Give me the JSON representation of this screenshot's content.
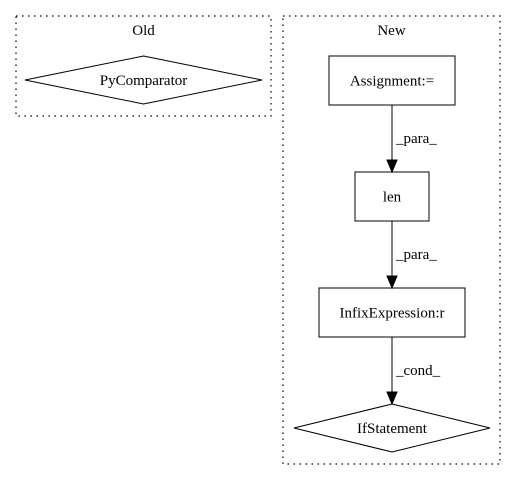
{
  "clusters": {
    "old": {
      "title": "Old"
    },
    "new": {
      "title": "New"
    }
  },
  "nodes": {
    "py_comparator": "PyComparator",
    "assignment": "Assignment:=",
    "len": "len",
    "infix": "InfixExpression:r",
    "if_statement": "IfStatement"
  },
  "edges": {
    "assignment_to_len": "_para_",
    "len_to_infix": "_para_",
    "infix_to_if": "_cond_"
  },
  "colors": {
    "stroke": "#000000",
    "fill": "#ffffff",
    "background": "#ffffff"
  }
}
